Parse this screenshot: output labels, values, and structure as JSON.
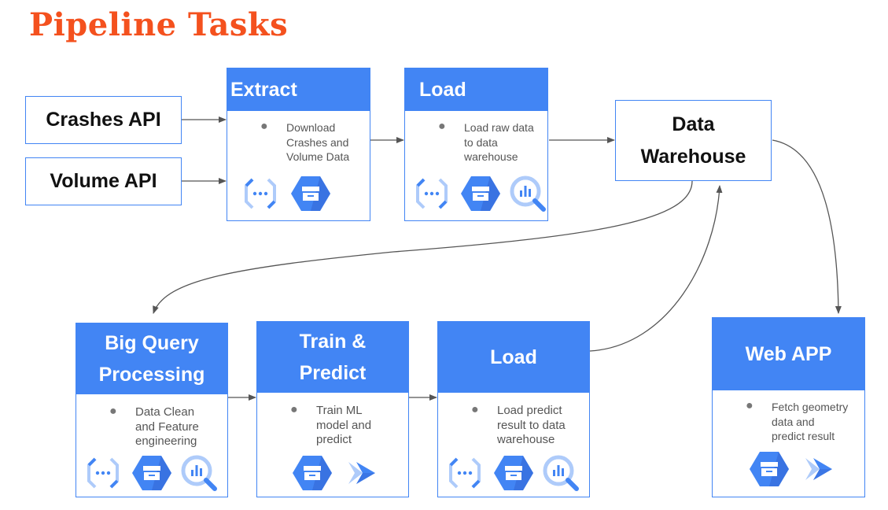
{
  "title": "Pipeline Tasks",
  "sources": {
    "crashes": "Crashes API",
    "volume": "Volume API"
  },
  "cards": {
    "extract": {
      "title": "Extract",
      "bullet_lines": [
        "Download",
        "Crashes and",
        "Volume Data"
      ],
      "icons": [
        "cloud-functions-icon",
        "cloud-storage-icon"
      ]
    },
    "load1": {
      "title": "Load",
      "bullet_lines": [
        "Load raw data",
        "to data",
        "warehouse"
      ],
      "icons": [
        "cloud-functions-icon",
        "cloud-storage-icon",
        "bigquery-icon"
      ]
    },
    "bq": {
      "title_lines": [
        "Big Query",
        "Processing"
      ],
      "bullet_lines": [
        "Data Clean",
        "and Feature",
        "engineering"
      ],
      "icons": [
        "cloud-functions-icon",
        "cloud-storage-icon",
        "bigquery-icon"
      ]
    },
    "train": {
      "title_lines": [
        "Train &",
        "Predict"
      ],
      "bullet_lines": [
        "Train ML",
        "model and",
        "predict"
      ],
      "icons": [
        "cloud-storage-icon",
        "ai-platform-icon"
      ]
    },
    "load2": {
      "title": "Load",
      "bullet_lines": [
        "Load predict",
        "result to data",
        "warehouse"
      ],
      "icons": [
        "cloud-functions-icon",
        "cloud-storage-icon",
        "bigquery-icon"
      ]
    },
    "webapp": {
      "title": "Web APP",
      "bullet_lines": [
        "Fetch geometry",
        "data and",
        "predict result"
      ],
      "icons": [
        "cloud-storage-icon",
        "ai-platform-icon"
      ]
    }
  },
  "warehouse": {
    "lines": [
      "Data",
      "Warehouse"
    ]
  },
  "colors": {
    "accent": "#4285f4",
    "title": "#f4511e",
    "arrow": "#555555"
  }
}
